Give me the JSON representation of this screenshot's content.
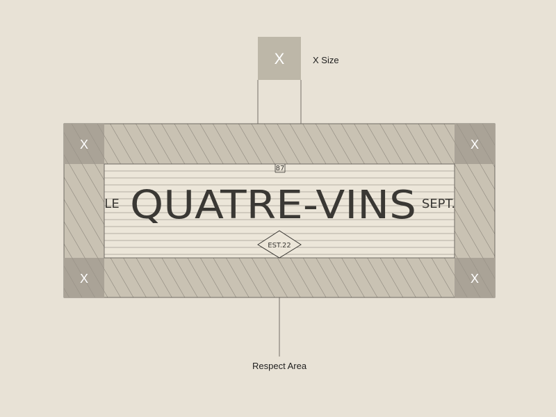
{
  "colors": {
    "background": "#e8e2d6",
    "margin_fill": "#c9c2b3",
    "corner_fill": "#aaa397",
    "x_swatch_fill": "#bdb7a8",
    "logo_fill": "#ece6d9",
    "ink": "#3a3834",
    "line": "#55524c",
    "white": "#ffffff"
  },
  "x_size": {
    "swatch_letter": "X",
    "label": "X Size"
  },
  "corners": {
    "top_left": "X",
    "top_right": "X",
    "bottom_left": "X",
    "bottom_right": "X"
  },
  "logo": {
    "prefix": "LE",
    "name": "QUATRE-VINS",
    "suffix": "SEPT.",
    "superscript": "87",
    "badge": "EST.22"
  },
  "annotations": {
    "respect_area": "Respect Area"
  }
}
